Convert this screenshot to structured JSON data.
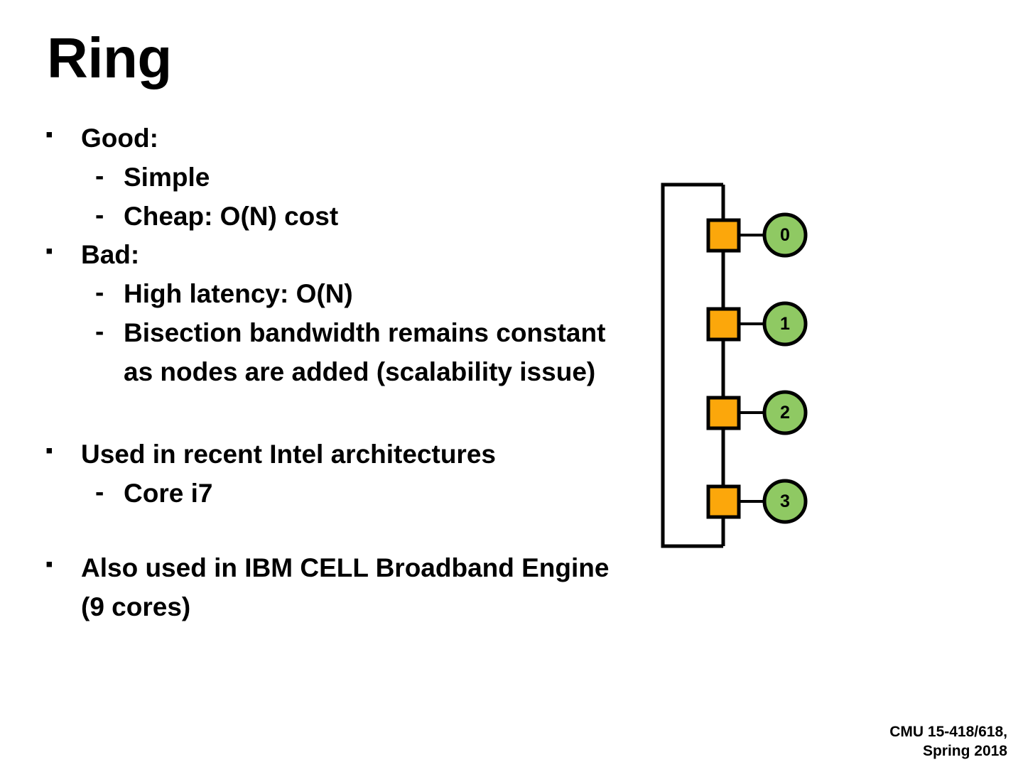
{
  "slide": {
    "title": "Ring",
    "background_color": "#FFFFFF",
    "text_color": "#000000"
  },
  "bullets": {
    "marker_square": "▪",
    "marker_dash": "-",
    "items": [
      {
        "level": 1,
        "text": "Good:"
      },
      {
        "level": 2,
        "text": "Simple"
      },
      {
        "level": 2,
        "text": "Cheap: O(N) cost"
      },
      {
        "level": 1,
        "text": "Bad:"
      },
      {
        "level": 2,
        "text": "High latency: O(N)"
      },
      {
        "level": 2,
        "text": "Bisection bandwidth remains constant as nodes are added (scalability issue)"
      },
      {
        "level": 1,
        "text": "Used in recent Intel architectures"
      },
      {
        "level": 2,
        "text": "Core i7"
      },
      {
        "level": 1,
        "text": "Also used in IBM CELL Broadband Engine (9 cores)"
      }
    ]
  },
  "diagram": {
    "name": "ring-network-topology",
    "router_color": "#FCA70B",
    "node_color": "#8FC963",
    "stroke_color": "#000000",
    "nodes": [
      {
        "label": "0"
      },
      {
        "label": "1"
      },
      {
        "label": "2"
      },
      {
        "label": "3"
      }
    ]
  },
  "footer": {
    "line1": "CMU 15-418/618,",
    "line2": "Spring 2018"
  }
}
